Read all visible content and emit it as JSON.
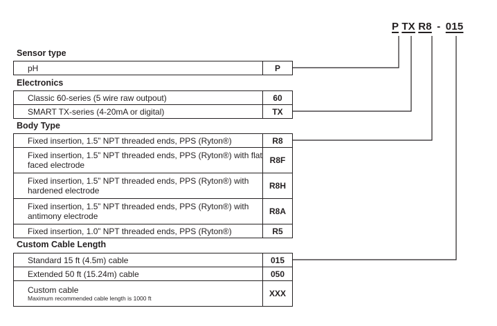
{
  "part_number": {
    "segments": [
      "P",
      "TX",
      "R8",
      "015"
    ],
    "separator": "-"
  },
  "sections": [
    {
      "title": "Sensor type",
      "rows": [
        {
          "desc": "pH",
          "code": "P"
        }
      ]
    },
    {
      "title": "Electronics",
      "rows": [
        {
          "desc": "Classic 60-series (5 wire raw outpout)",
          "code": "60"
        },
        {
          "desc": "SMART TX-series (4-20mA or digital)",
          "code": "TX"
        }
      ]
    },
    {
      "title": "Body Type",
      "rows": [
        {
          "desc": "Fixed insertion, 1.5” NPT threaded ends, PPS (Ryton®)",
          "code": "R8"
        },
        {
          "desc": "Fixed insertion, 1.5” NPT threaded ends, PPS (Ryton®) with flat faced electrode",
          "code": "R8F"
        },
        {
          "desc": "Fixed insertion, 1.5” NPT threaded ends, PPS (Ryton®) with hardened electrode",
          "code": "R8H"
        },
        {
          "desc": "Fixed insertion, 1.5” NPT threaded ends, PPS (Ryton®) with antimony electrode",
          "code": "R8A"
        },
        {
          "desc": "Fixed insertion, 1.0” NPT threaded ends, PPS (Ryton®)",
          "code": "R5"
        }
      ]
    },
    {
      "title": "Custom Cable Length",
      "rows": [
        {
          "desc": "Standard 15 ft (4.5m) cable",
          "code": "015"
        },
        {
          "desc": "Extended 50 ft (15.24m) cable",
          "code": "050"
        },
        {
          "desc": "Custom cable",
          "note": "Maximum recommended cable length is 1000 ft",
          "code": "XXX"
        }
      ]
    }
  ]
}
